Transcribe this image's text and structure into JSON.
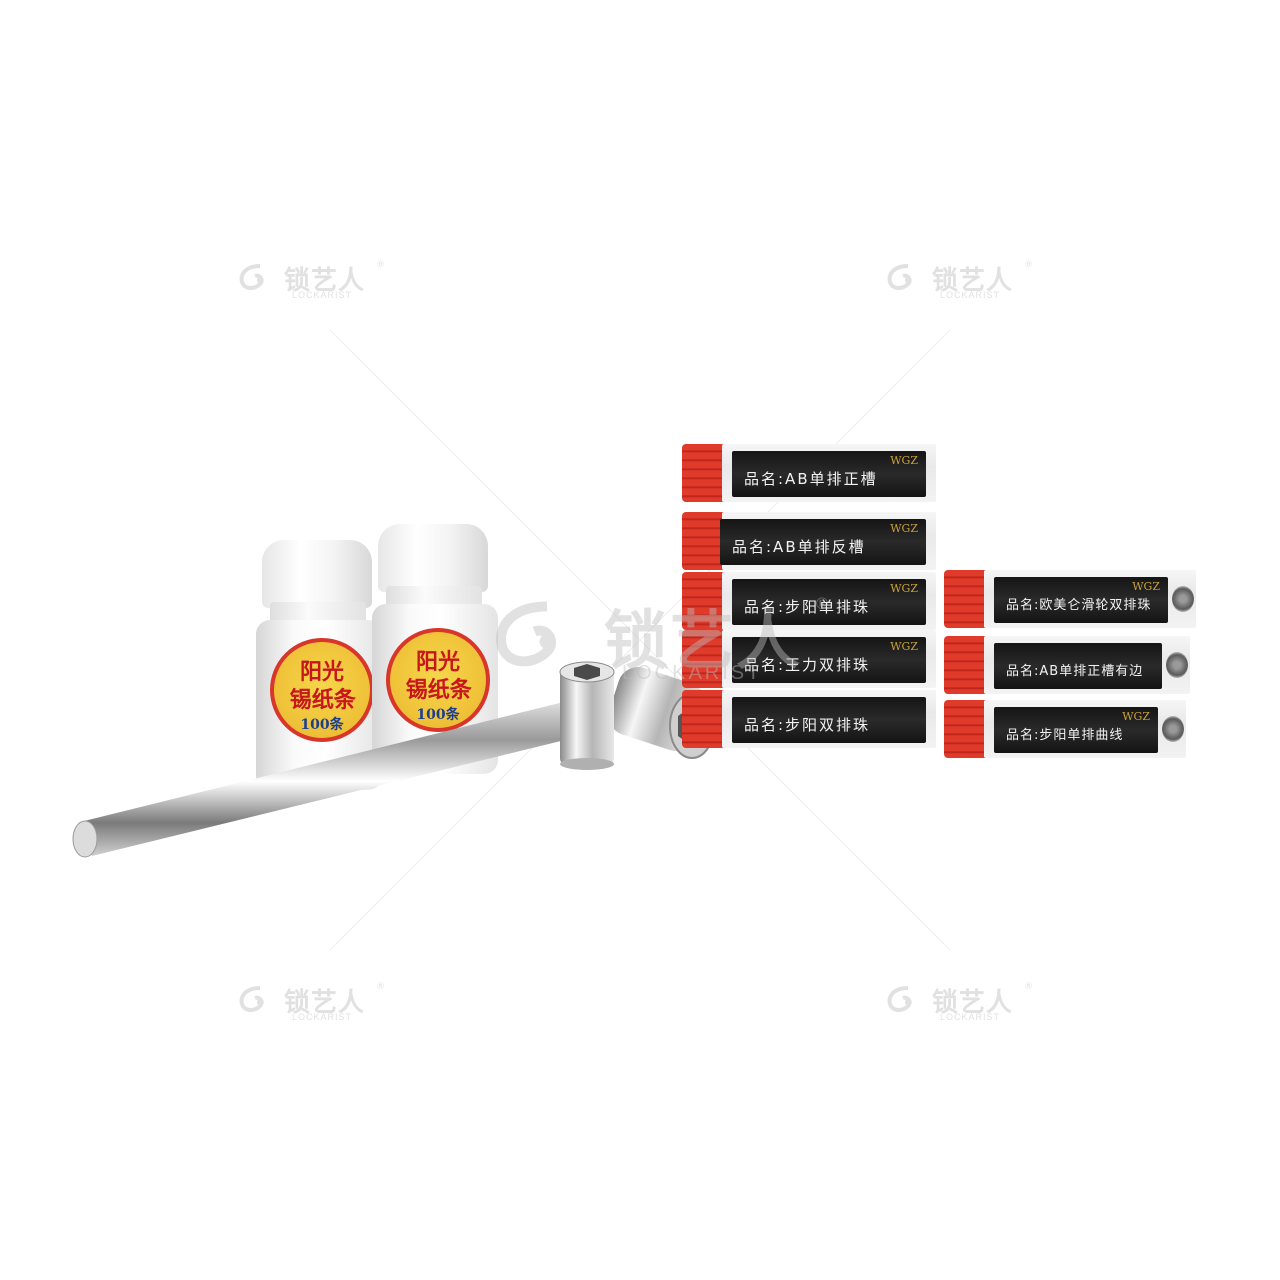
{
  "watermark": {
    "brand_cn": "锁艺人",
    "brand_en": "LOCKARIST",
    "registered": "®",
    "color": "#c9c9c9"
  },
  "bottles": [
    {
      "line1": "阳光",
      "line2": "锡纸条",
      "line3": "100条"
    },
    {
      "line1": "阳光",
      "line2": "锡纸条",
      "line3": "100条"
    }
  ],
  "boxes": [
    {
      "brand": "WGZ",
      "label": "品名:AB单排正槽"
    },
    {
      "brand": "WGZ",
      "label": "品名:AB单排反槽"
    },
    {
      "brand": "WGZ",
      "label": "品名:步阳单排珠"
    },
    {
      "brand": "WGZ",
      "label": "品名:王力双排珠"
    },
    {
      "brand": "",
      "label": "品名:步阳双排珠"
    },
    {
      "brand": "WGZ",
      "label": "品名:欧美仑滑轮双排珠"
    },
    {
      "brand": "",
      "label": "品名:AB单排正槽有边"
    },
    {
      "brand": "WGZ",
      "label": "品名:步阳单排曲线"
    }
  ],
  "colors": {
    "box_red": "#e03a2b",
    "label_black": "#1a1a1a",
    "bottle_label_yellow": "#f1c53b",
    "bottle_text_red": "#c8161d",
    "chrome": "#c8c8c8"
  }
}
